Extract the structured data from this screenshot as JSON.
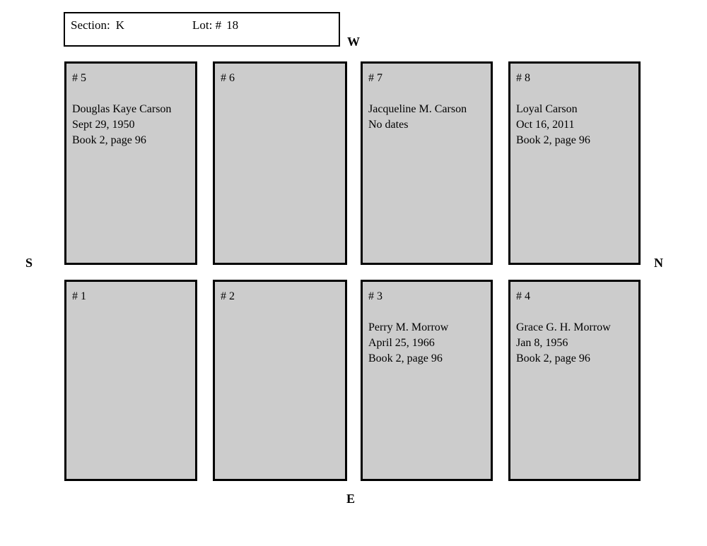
{
  "header": {
    "section_label": "Section:",
    "section_value": "K",
    "lot_label": "Lot: #",
    "lot_value": "18"
  },
  "compass": {
    "west": "W",
    "north": "N",
    "south": "S",
    "east": "E"
  },
  "plots": [
    {
      "number": "# 5",
      "name": "Douglas Kaye Carson",
      "date": "Sept 29, 1950",
      "reference": "Book 2, page 96"
    },
    {
      "number": "# 6",
      "name": "",
      "date": "",
      "reference": ""
    },
    {
      "number": "# 7",
      "name": "Jacqueline M. Carson",
      "date": "No dates",
      "reference": ""
    },
    {
      "number": "# 8",
      "name": "Loyal Carson",
      "date": "Oct 16, 2011",
      "reference": "Book 2, page 96"
    },
    {
      "number": "# 1",
      "name": "",
      "date": "",
      "reference": ""
    },
    {
      "number": "# 2",
      "name": "",
      "date": "",
      "reference": ""
    },
    {
      "number": "# 3",
      "name": "Perry M. Morrow",
      "date": "April 25, 1966",
      "reference": "Book 2, page 96"
    },
    {
      "number": "# 4",
      "name": "Grace G. H. Morrow",
      "date": "Jan 8, 1956",
      "reference": "Book 2, page 96"
    }
  ],
  "colors": {
    "plot_fill": "#cccccc",
    "plot_border": "#000000",
    "page_background": "#ffffff",
    "text": "#000000"
  }
}
